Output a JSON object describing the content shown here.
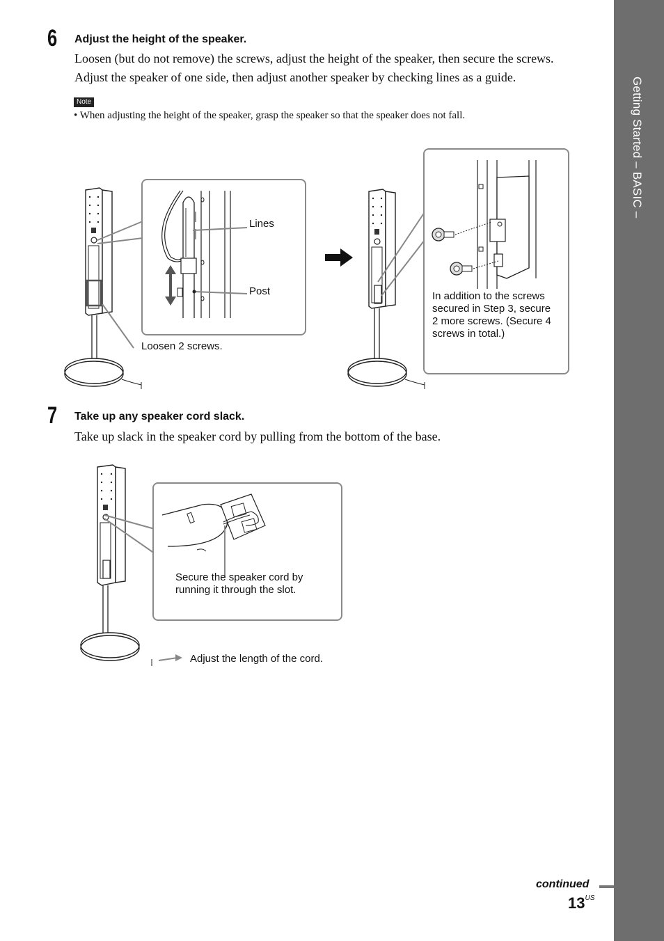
{
  "sidebar": {
    "label": "Getting Started – BASIC –"
  },
  "step6": {
    "number": "6",
    "title": "Adjust the height of the speaker.",
    "line1": "Loosen (but do not remove) the screws, adjust the height of the speaker, then secure the screws.",
    "line2": "Adjust the speaker of one side, then adjust another speaker by checking lines as a guide.",
    "note_label": "Note",
    "note_text": "• When adjusting the height of the speaker, grasp the speaker so that the speaker does not fall.",
    "callouts": {
      "lines": "Lines",
      "post": "Post",
      "loosen": "Loosen 2 screws.",
      "secure_1": "In addition to the screws",
      "secure_2": "secured in Step 3, secure",
      "secure_3": "2 more screws. (Secure 4",
      "secure_4": "screws in total.)"
    }
  },
  "step7": {
    "number": "7",
    "title": "Take up any speaker cord slack.",
    "line1": "Take up slack in the speaker cord by pulling from the bottom of the base.",
    "callouts": {
      "slot_1": "Secure the speaker cord by",
      "slot_2": "running it through the slot.",
      "adjust": "Adjust the length of the cord."
    }
  },
  "footer": {
    "continued": "continued",
    "page_number": "13",
    "page_suffix": "US"
  }
}
